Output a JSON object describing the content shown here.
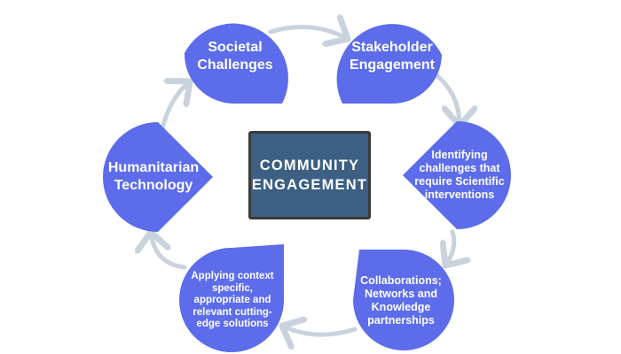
{
  "colors": {
    "node_fill": "#5c6cea",
    "center_fill": "#3c5f83",
    "center_border": "#3a3a3a",
    "arrow_stroke": "#c9d3dd",
    "text": "#ffffff"
  },
  "center": {
    "label": "COMMUNITY ENGAGEMENT"
  },
  "nodes": [
    {
      "id": "societal-challenges",
      "label": "Societal Challenges"
    },
    {
      "id": "stakeholder-engagement",
      "label": "Stakeholder Engagement"
    },
    {
      "id": "identifying-challenges",
      "label": "Identifying challenges that require Scientific interventions"
    },
    {
      "id": "collaborations",
      "label": "Collaborations; Networks and Knowledge partnerships"
    },
    {
      "id": "applying-solutions",
      "label": "Applying context specific, appropriate and relevant cutting-edge solutions"
    },
    {
      "id": "humanitarian-technology",
      "label": "Humanitarian Technology"
    }
  ],
  "arrows": [
    {
      "from": "societal-challenges",
      "to": "stakeholder-engagement"
    },
    {
      "from": "stakeholder-engagement",
      "to": "identifying-challenges"
    },
    {
      "from": "identifying-challenges",
      "to": "collaborations"
    },
    {
      "from": "collaborations",
      "to": "applying-solutions"
    },
    {
      "from": "applying-solutions",
      "to": "humanitarian-technology"
    },
    {
      "from": "humanitarian-technology",
      "to": "societal-challenges"
    }
  ]
}
